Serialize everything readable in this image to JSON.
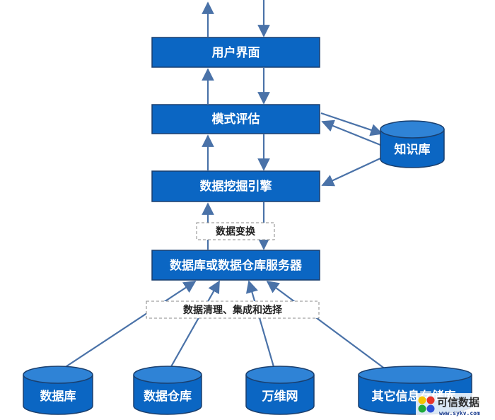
{
  "boxes": {
    "user_interface": "用户界面",
    "pattern_evaluation": "模式评估",
    "data_mining_engine": "数据挖掘引擎",
    "db_server": "数据库或数据仓库服务器"
  },
  "knowledge_base": "知识库",
  "labels": {
    "data_transform": "数据变换",
    "data_cleaning": "数据清理、集成和选择"
  },
  "sources": [
    "数据库",
    "数据仓库",
    "万维网",
    "其它信息存储库"
  ],
  "watermark": {
    "title": "可信数据",
    "url": "www.sykv.com"
  },
  "colors": {
    "box_fill": "#0b66c3",
    "box_border": "#1a3f6e",
    "arrow": "#4a72a8",
    "cyl_fill": "#0b66c3",
    "cyl_top": "#2f83d6"
  }
}
